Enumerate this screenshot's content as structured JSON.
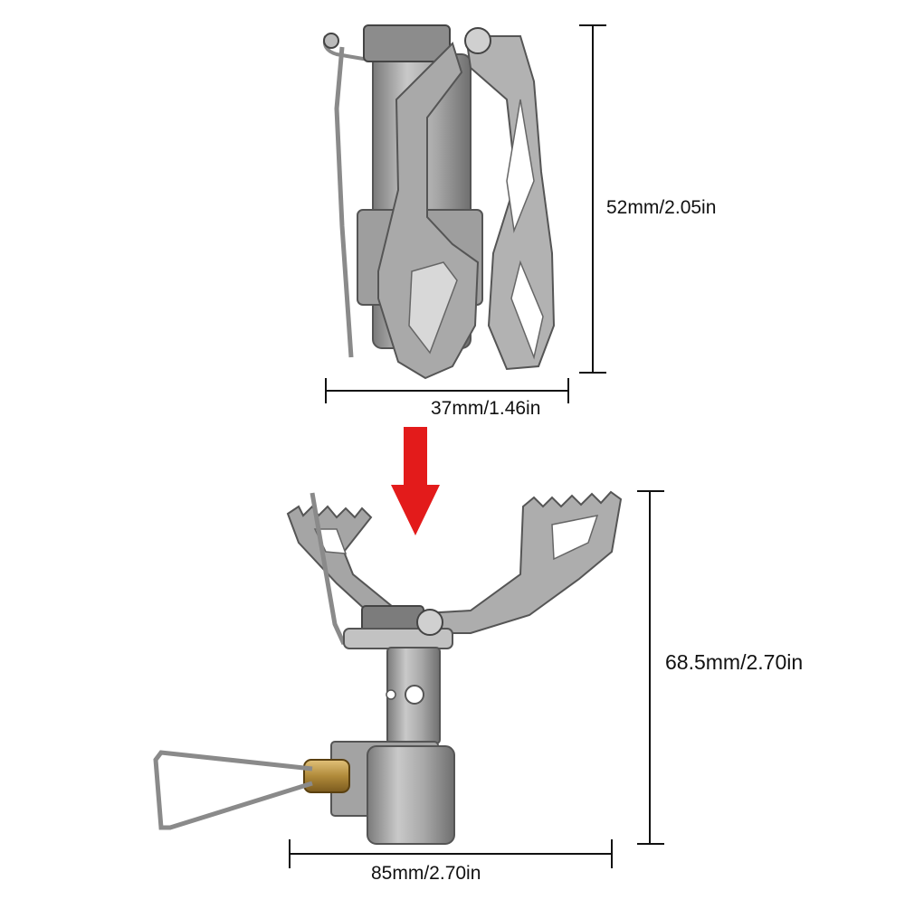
{
  "dimensions": {
    "folded_height": "52mm/2.05in",
    "folded_width": "37mm/1.46in",
    "unfolded_height": "68.5mm/2.70in",
    "unfolded_width": "85mm/2.70in"
  },
  "colors": {
    "background": "#ffffff",
    "metal": "#9a9a9a",
    "metal_dark": "#6e6e6e",
    "metal_light": "#c8c8c8",
    "brass": "#b08a3a",
    "arrow": "#e31b1b",
    "dimension_line": "#111111"
  },
  "icons": {
    "arrow": "down-arrow-icon"
  }
}
